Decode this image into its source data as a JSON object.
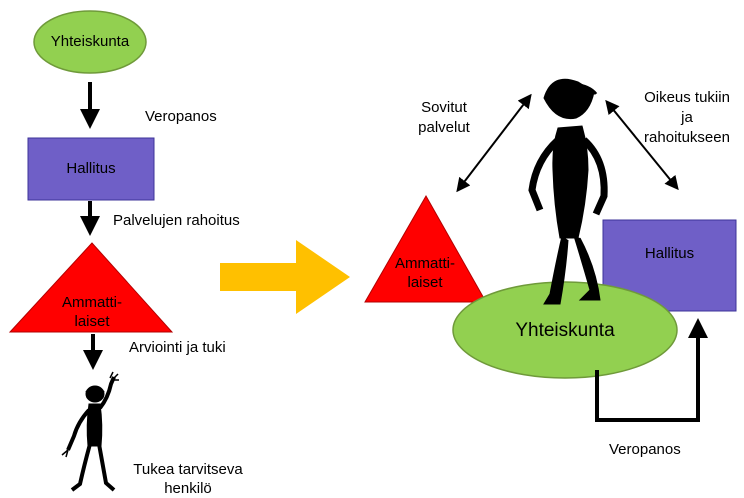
{
  "left": {
    "society": "Yhteiskunta",
    "tax_1": "Veropanos",
    "government": "Hallitus",
    "funding": "Palvelujen rahoitus",
    "professionals_line1": "Ammatti-",
    "professionals_line2": "laiset",
    "assessment": "Arviointi ja tuki",
    "person_line1": "Tukea tarvitseva",
    "person_line2": "henkilö"
  },
  "right": {
    "tailored_line1": "Sovitut",
    "tailored_line2": "palvelut",
    "rights_line1": "Oikeus tukiin",
    "rights_line2": "ja",
    "rights_line3": "rahoitukseen",
    "professionals_line1": "Ammatti-",
    "professionals_line2": "laiset",
    "government": "Hallitus",
    "society": "Yhteiskunta",
    "tax": "Veropanos"
  },
  "colors": {
    "ellipse": "#92d050",
    "box": "#6f5fc7",
    "triangle": "#ff0000",
    "big_arrow": "#ffc000"
  },
  "icons": [
    "person-silhouette-icon"
  ]
}
